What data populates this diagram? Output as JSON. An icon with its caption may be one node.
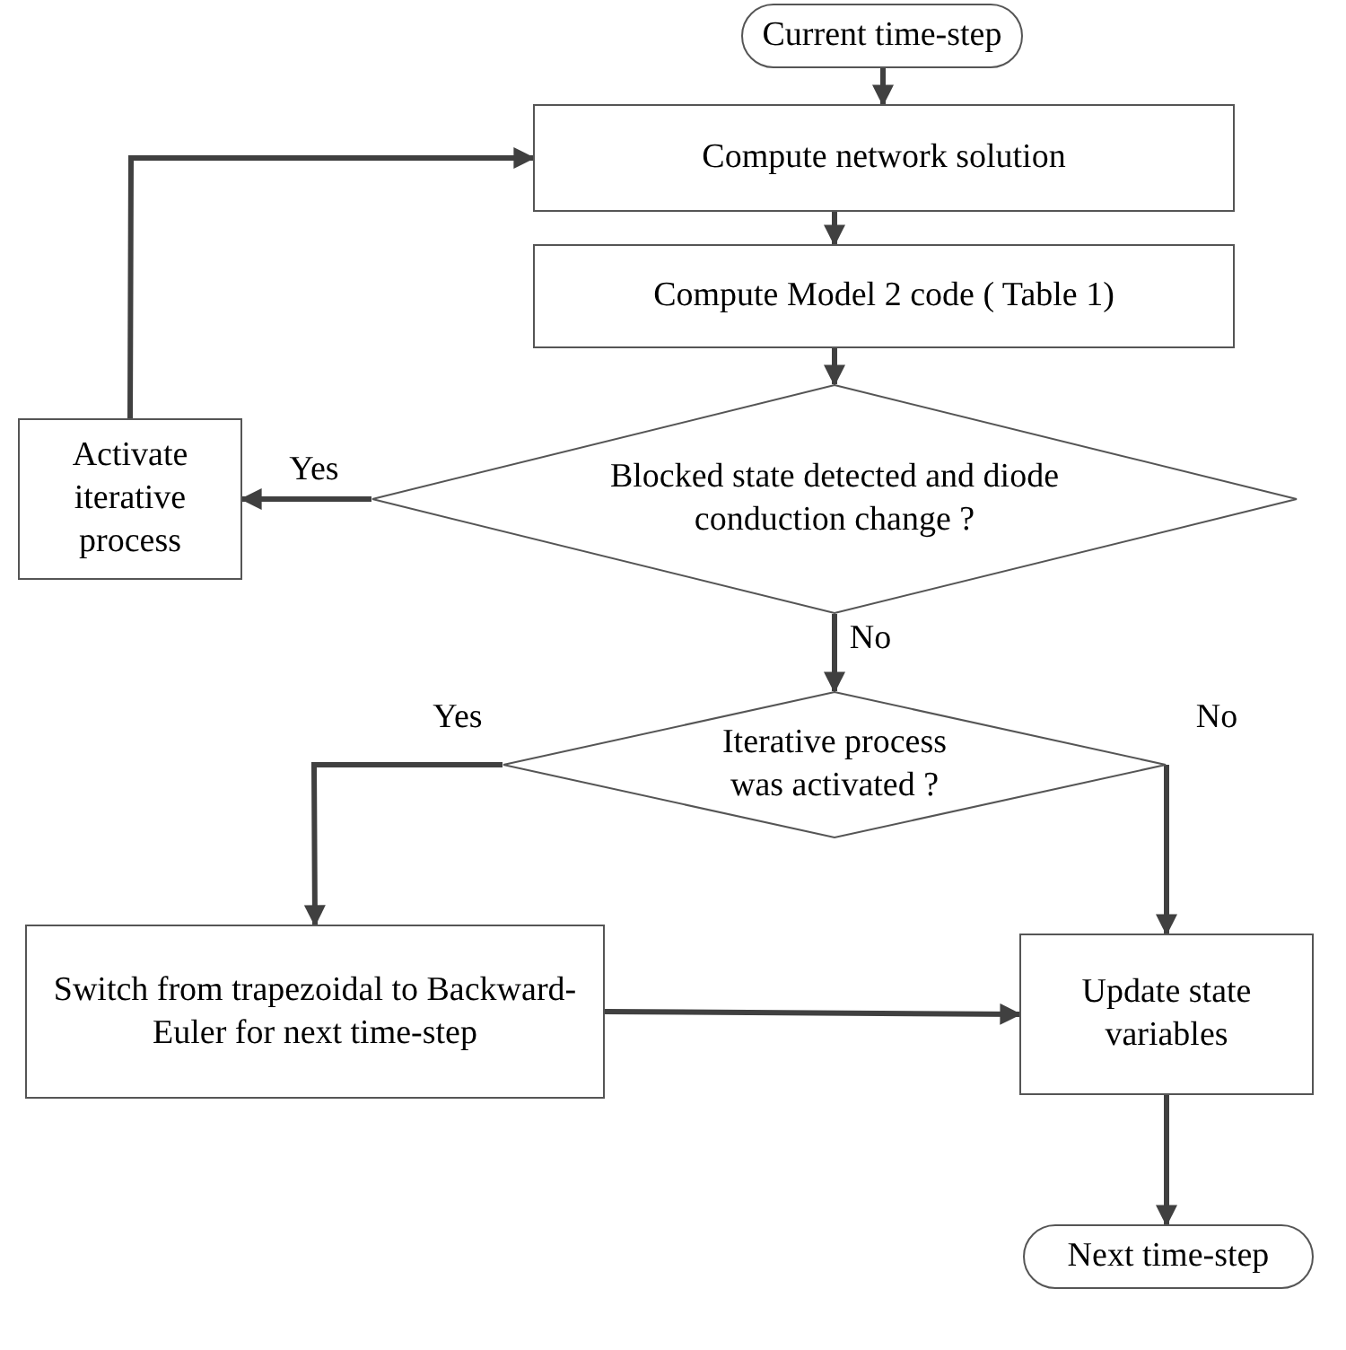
{
  "diagram": {
    "nodes": [
      {
        "text": [
          "Current time-step"
        ]
      },
      {
        "text": [
          "Compute network solution"
        ]
      },
      {
        "text": [
          "Compute Model 2 code ( Table 1)"
        ]
      },
      {
        "text": [
          "Blocked state detected and diode conduction change ?"
        ]
      },
      {
        "text": [
          "Activate iterative process"
        ]
      },
      {
        "text": [
          "Iterative process was activated ?"
        ]
      },
      {
        "text": [
          "Switch from trapezoidal to Backward-Euler for next time-step"
        ]
      },
      {
        "text": [
          "Update state variables"
        ]
      },
      {
        "text": [
          "Next time-step"
        ]
      }
    ],
    "edges": [
      {
        "from": 0,
        "to": 1,
        "arrow": "to"
      },
      {
        "from": 1,
        "to": 2,
        "arrow": "to"
      },
      {
        "from": 2,
        "to": 3,
        "arrow": "to"
      },
      {
        "from": 3,
        "to": 4,
        "arrow": "to",
        "label": "Yes"
      },
      {
        "from": 4,
        "to": 1,
        "arrow": "to"
      },
      {
        "from": 3,
        "to": 5,
        "arrow": "to",
        "label": "No"
      },
      {
        "from": 5,
        "to": 6,
        "arrow": "to",
        "label": "Yes"
      },
      {
        "from": 5,
        "to": 7,
        "arrow": "to",
        "label": "No"
      },
      {
        "from": 6,
        "to": 7,
        "arrow": "to"
      },
      {
        "from": 7,
        "to": 8,
        "arrow": "to"
      }
    ]
  }
}
